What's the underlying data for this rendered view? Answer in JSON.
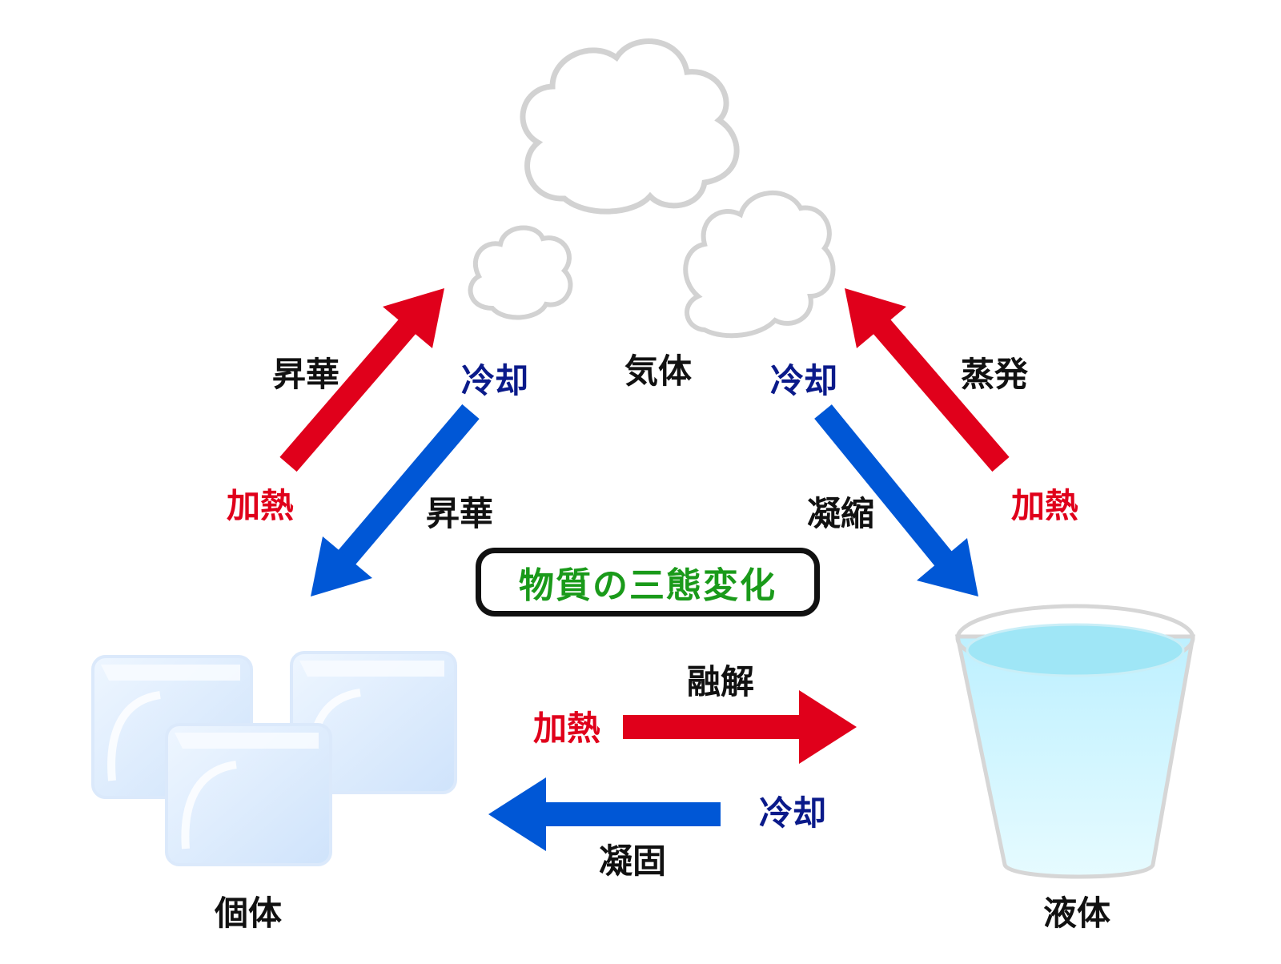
{
  "diagram": {
    "title": "物質の三態変化",
    "states": {
      "gas": "気体",
      "solid": "個体",
      "liquid": "液体"
    },
    "transitions": {
      "sublimation_up": {
        "name": "昇華",
        "action": "加熱"
      },
      "sublimation_down": {
        "name": "昇華",
        "action": "冷却"
      },
      "evaporation": {
        "name": "蒸発",
        "action": "加熱"
      },
      "condensation": {
        "name": "凝縮",
        "action": "冷却"
      },
      "melting": {
        "name": "融解",
        "action": "加熱"
      },
      "freezing": {
        "name": "凝固",
        "action": "冷却"
      }
    },
    "colors": {
      "heat": "#e0001b",
      "cool_arrow": "#0057d6",
      "cool_text": "#0a1a8a",
      "title": "#1a9a1a",
      "label": "#111111"
    }
  }
}
